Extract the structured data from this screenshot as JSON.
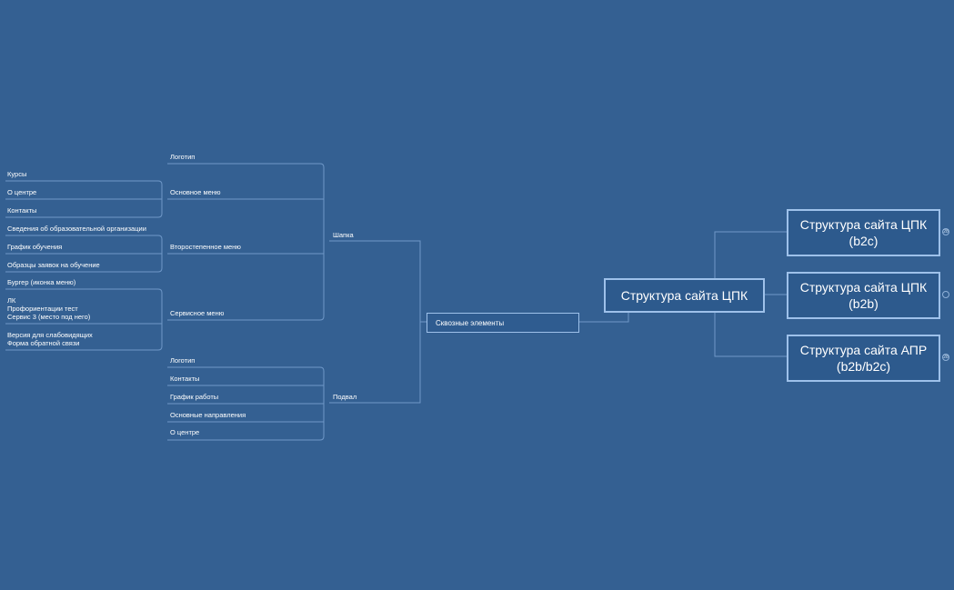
{
  "root": {
    "label": "Структура сайта ЦПК"
  },
  "branches": [
    {
      "label": "Структура сайта ЦПК\n(b2c)",
      "collapse": "28"
    },
    {
      "label": "Структура сайта ЦПК\n(b2b)",
      "collapse": ""
    },
    {
      "label": "Структура сайта АПР\n(b2b/b2c)",
      "collapse": "28"
    }
  ],
  "cross": {
    "label": "Сквозные элементы"
  },
  "header": {
    "label": "Шапка",
    "items": {
      "logo": "Логотип",
      "main_menu": "Основное меню",
      "secondary_menu": "Второстепенное меню",
      "service_menu": "Сервисное меню"
    },
    "main_menu_items": [
      "Курсы",
      "О центре",
      "Контакты"
    ],
    "secondary_menu_items": [
      "Сведения об образовательной организации",
      "График обучения",
      "Образцы заявок на обучение"
    ],
    "service_menu_items": [
      "Бургер (иконка меню)",
      "ЛК\nПрофориентации тест\nСервис 3 (место под него)",
      "Версия для слабовидящих\nФорма обратной связи"
    ]
  },
  "footer": {
    "label": "Подвал",
    "items": [
      "Логотип",
      "Контакты",
      "График работы",
      "Основные направления",
      "О центре"
    ]
  },
  "colors": {
    "background": "#346092",
    "line": "#6f98c8",
    "box_border": "#9ec1ea"
  }
}
